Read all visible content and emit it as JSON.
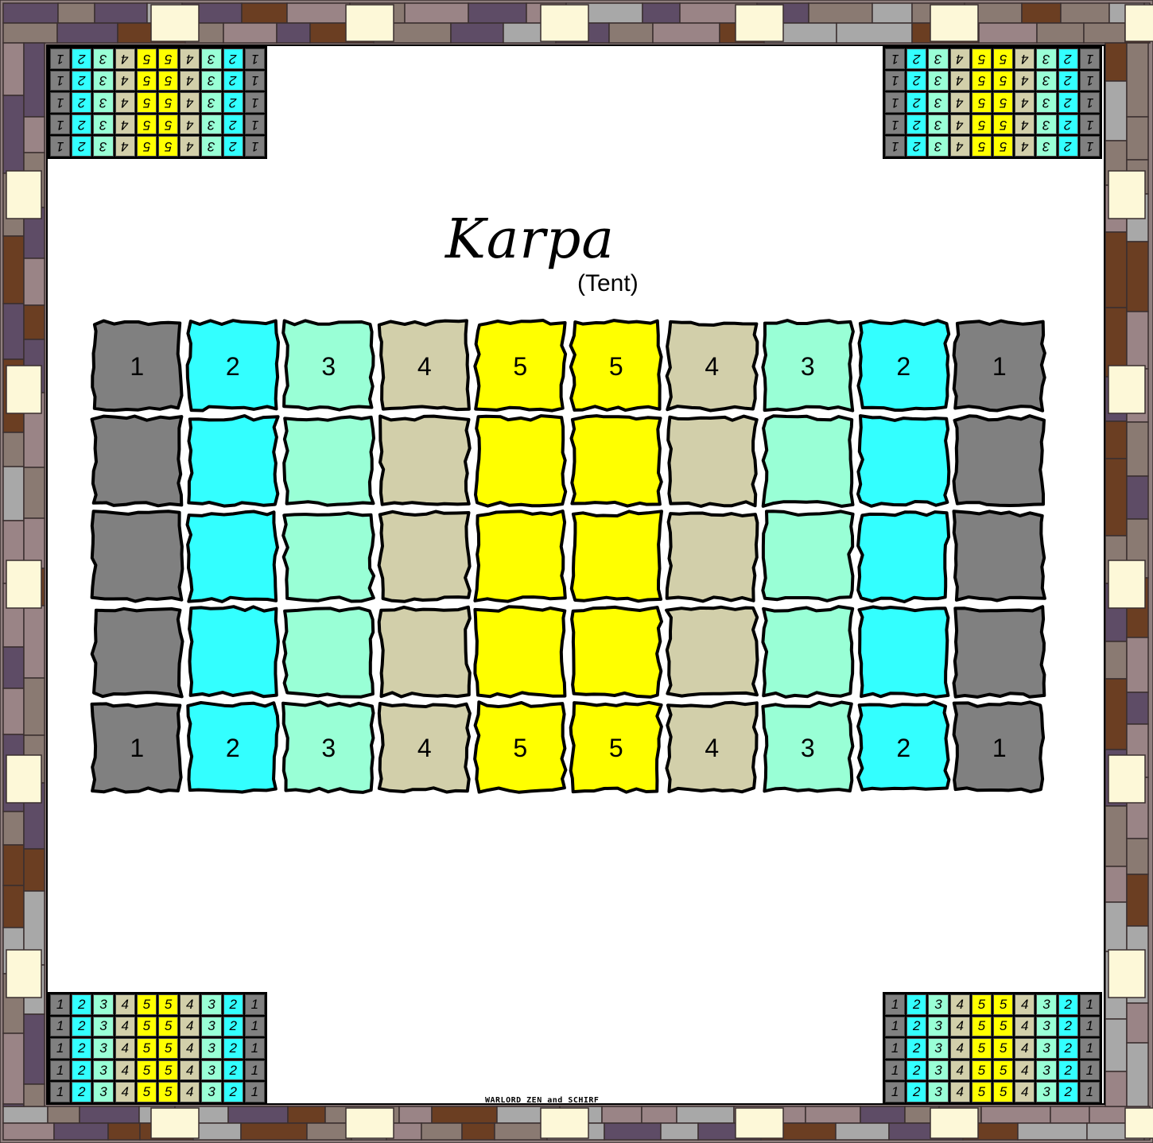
{
  "title": "Karpa",
  "subtitle": "(Tent)",
  "credit": "WARLORD ZEN  and  SCHIRF",
  "colors": {
    "1": "#808080",
    "2": "#33ffff",
    "3": "#99ffd6",
    "4": "#d2cfaa",
    "5": "#ffff00",
    "outline": "#000000",
    "frame_bricks": [
      "#9a8486",
      "#8a7a72",
      "#5e4c66",
      "#6b3e22",
      "#a8a8a8",
      "#fdf8d8"
    ]
  },
  "board": {
    "rows": 5,
    "cols": 10,
    "column_values": [
      1,
      2,
      3,
      4,
      5,
      5,
      4,
      3,
      2,
      1
    ],
    "labeled_rows": [
      0,
      4
    ],
    "labels": {
      "top": [
        "1",
        "2",
        "3",
        "4",
        "5",
        "5",
        "4",
        "3",
        "2",
        "1"
      ],
      "bottom": [
        "1",
        "2",
        "3",
        "4",
        "5",
        "5",
        "4",
        "3",
        "2",
        "1"
      ]
    }
  },
  "minimaps": {
    "digits": [
      "1",
      "2",
      "3",
      "4",
      "5",
      "5",
      "4",
      "3",
      "2",
      "1"
    ],
    "top_left_flipped": true,
    "top_right_flipped": true,
    "bottom_left_flipped": false,
    "bottom_right_flipped": false
  }
}
